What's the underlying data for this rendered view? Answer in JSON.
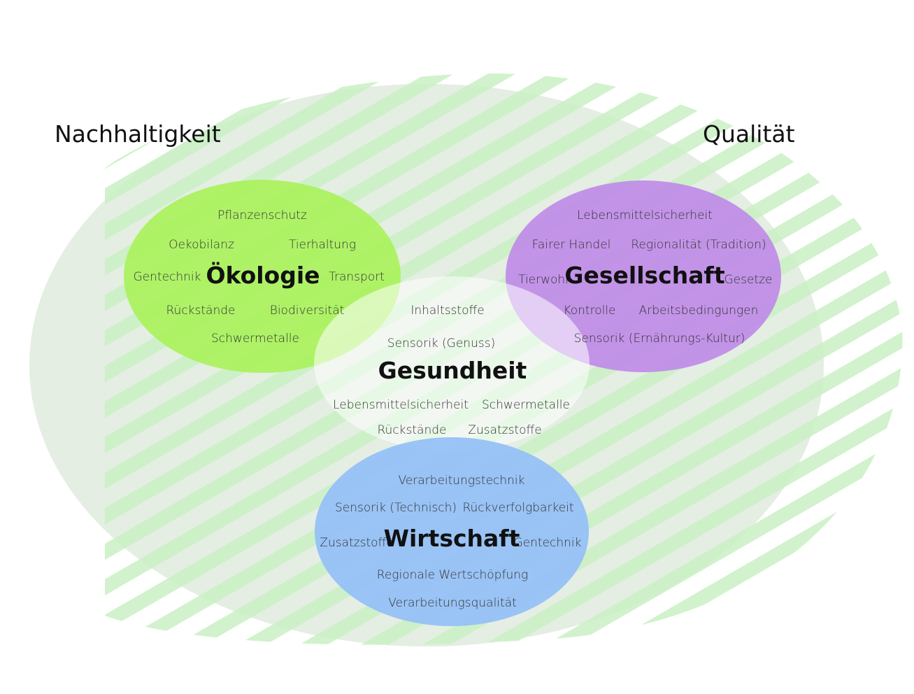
{
  "outer_labels": {
    "left": "Nachhaltigkeit",
    "right": "Qualität"
  },
  "colors": {
    "sustainability_ellipse": "#e3ede0",
    "quality_stripes": "#c9f0c3",
    "oekologie": "#aaf25c",
    "gesellschaft": "#c08be8",
    "gesundheit": "#ffffff",
    "wirtschaft": "#94bff7"
  },
  "circles": {
    "oekologie": {
      "title": "Ökologie",
      "terms": [
        "Pflanzenschutz",
        "Oekobilanz",
        "Tierhaltung",
        "Gentechnik",
        "Transport",
        "Rückstände",
        "Biodiversität",
        "Schwermetalle"
      ]
    },
    "gesellschaft": {
      "title": "Gesellschaft",
      "terms": [
        "Lebensmittelsicherheit",
        "Fairer Handel",
        "Regionalität (Tradition)",
        "Tierwohl",
        "Gesetze",
        "Kontrolle",
        "Arbeitsbedingungen",
        "Sensorik (Ernährungs-Kultur)"
      ]
    },
    "gesundheit": {
      "title": "Gesundheit",
      "terms": [
        "Inhaltsstoffe",
        "Sensorik (Genuss)",
        "Lebensmittelsicherheit",
        "Schwermetalle",
        "Rückstände",
        "Zusatzstoffe"
      ]
    },
    "wirtschaft": {
      "title": "Wirtschaft",
      "terms": [
        "Verarbeitungstechnik",
        "Sensorik (Technisch)",
        "Rückverfolgbarkeit",
        "Zusatzstoffe",
        "Gentechnik",
        "Regionale Wertschöpfung",
        "Verarbeitungsqualität"
      ]
    }
  }
}
